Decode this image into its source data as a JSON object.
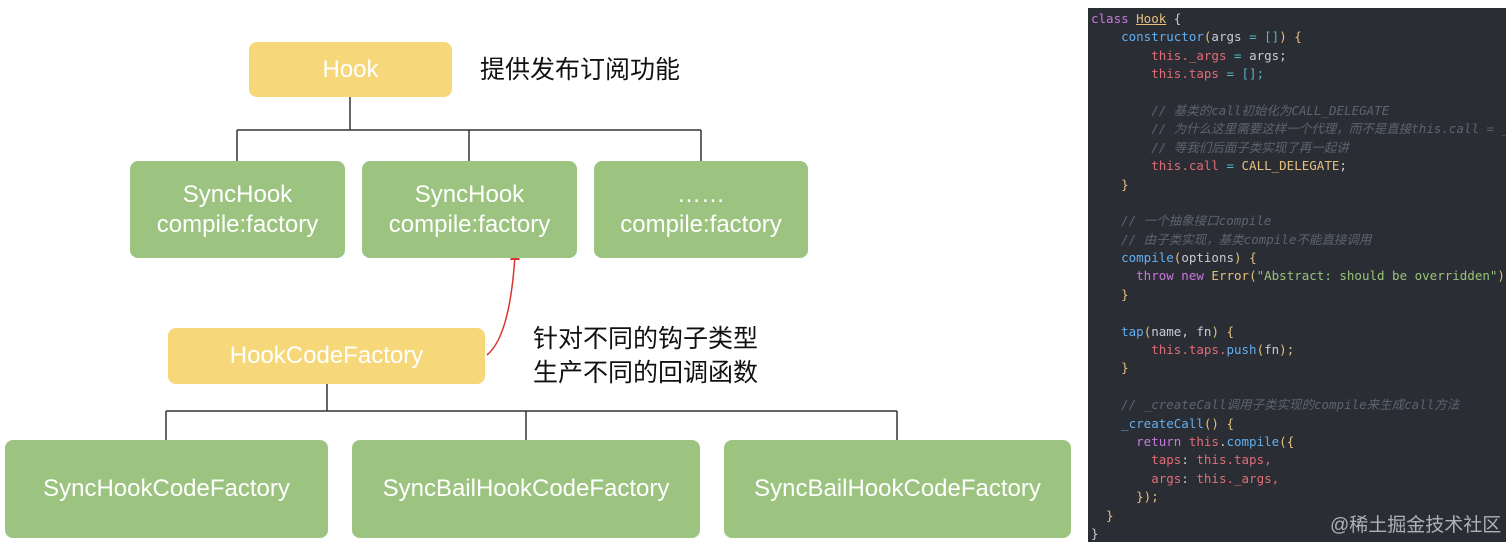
{
  "diagram": {
    "hook": "Hook",
    "hook_note": "提供发布订阅功能",
    "hooks": [
      {
        "l1": "SyncHook",
        "l2": "compile:factory"
      },
      {
        "l1": "SyncHook",
        "l2": "compile:factory"
      },
      {
        "l1": "……",
        "l2": "compile:factory"
      }
    ],
    "factory": "HookCodeFactory",
    "factory_note": [
      "针对不同的钩子类型",
      "生产不同的回调函数"
    ],
    "factories": [
      "SyncHookCodeFactory",
      "SyncBailHookCodeFactory",
      "SyncBailHookCodeFactory"
    ],
    "colors": {
      "yellow": "#f6d87a",
      "green": "#9cc480",
      "arrow": "#d9342b"
    }
  },
  "code": [
    [
      [
        "class ",
        "kw"
      ],
      [
        "Hook",
        "cls"
      ],
      [
        " {",
        "pl"
      ]
    ],
    [
      [
        "    constructor",
        "fn"
      ],
      [
        "(",
        "br"
      ],
      [
        "args ",
        "pl"
      ],
      [
        "= ",
        "op"
      ],
      [
        "[]",
        "op"
      ],
      [
        ") {",
        "br"
      ]
    ],
    [
      [
        "        this",
        "th"
      ],
      [
        "._args ",
        "th"
      ],
      [
        "= ",
        "op"
      ],
      [
        "args;",
        "pl"
      ]
    ],
    [
      [
        "        this",
        "th"
      ],
      [
        ".taps ",
        "th"
      ],
      [
        "= ",
        "op"
      ],
      [
        "[];",
        "op"
      ]
    ],
    [
      [
        "",
        "pl"
      ]
    ],
    [
      [
        "        // 基类的call初始化为CALL_DELEGATE",
        "cm"
      ]
    ],
    [
      [
        "        // 为什么这里需要这样一个代理，而不是直接this.call = _c",
        "cm"
      ]
    ],
    [
      [
        "        // 等我们后面子类实现了再一起讲",
        "cm"
      ]
    ],
    [
      [
        "        this",
        "th"
      ],
      [
        ".call ",
        "th"
      ],
      [
        "= ",
        "op"
      ],
      [
        "CALL_DELEGATE",
        "cn"
      ],
      [
        ";",
        "pl"
      ]
    ],
    [
      [
        "    }",
        "br"
      ]
    ],
    [
      [
        "",
        "pl"
      ]
    ],
    [
      [
        "    // 一个抽象接口compile",
        "cm"
      ]
    ],
    [
      [
        "    // 由子类实现，基类compile不能直接调用",
        "cm"
      ]
    ],
    [
      [
        "    compile",
        "fn"
      ],
      [
        "(",
        "br"
      ],
      [
        "options",
        "pl"
      ],
      [
        ") {",
        "br"
      ]
    ],
    [
      [
        "      throw new ",
        "kw"
      ],
      [
        "Error",
        "cn"
      ],
      [
        "(",
        "br"
      ],
      [
        "\"Abstract: should be overridden\"",
        "st"
      ],
      [
        ");",
        "br"
      ]
    ],
    [
      [
        "    }",
        "br"
      ]
    ],
    [
      [
        "",
        "pl"
      ]
    ],
    [
      [
        "    tap",
        "fn"
      ],
      [
        "(",
        "br"
      ],
      [
        "name, fn",
        "pl"
      ],
      [
        ") {",
        "br"
      ]
    ],
    [
      [
        "        this",
        "th"
      ],
      [
        ".taps.",
        "th"
      ],
      [
        "push",
        "fn"
      ],
      [
        "(",
        "br"
      ],
      [
        "fn",
        "pl"
      ],
      [
        ");",
        "br"
      ]
    ],
    [
      [
        "    }",
        "br"
      ]
    ],
    [
      [
        "",
        "pl"
      ]
    ],
    [
      [
        "    // _createCall调用子类实现的compile来生成call方法",
        "cm"
      ]
    ],
    [
      [
        "    _createCall",
        "fn"
      ],
      [
        "() {",
        "br"
      ]
    ],
    [
      [
        "      return ",
        "kw"
      ],
      [
        "this",
        "th"
      ],
      [
        ".",
        "pl"
      ],
      [
        "compile",
        "fn"
      ],
      [
        "({",
        "br"
      ]
    ],
    [
      [
        "        taps",
        "th"
      ],
      [
        ": ",
        "pl"
      ],
      [
        "this",
        "th"
      ],
      [
        ".taps,",
        "th"
      ]
    ],
    [
      [
        "        args",
        "th"
      ],
      [
        ": ",
        "pl"
      ],
      [
        "this",
        "th"
      ],
      [
        "._args,",
        "th"
      ]
    ],
    [
      [
        "      });",
        "br"
      ]
    ],
    [
      [
        "  }",
        "br"
      ]
    ],
    [
      [
        "}",
        "pl"
      ]
    ]
  ],
  "watermark": "@稀土掘金技术社区"
}
